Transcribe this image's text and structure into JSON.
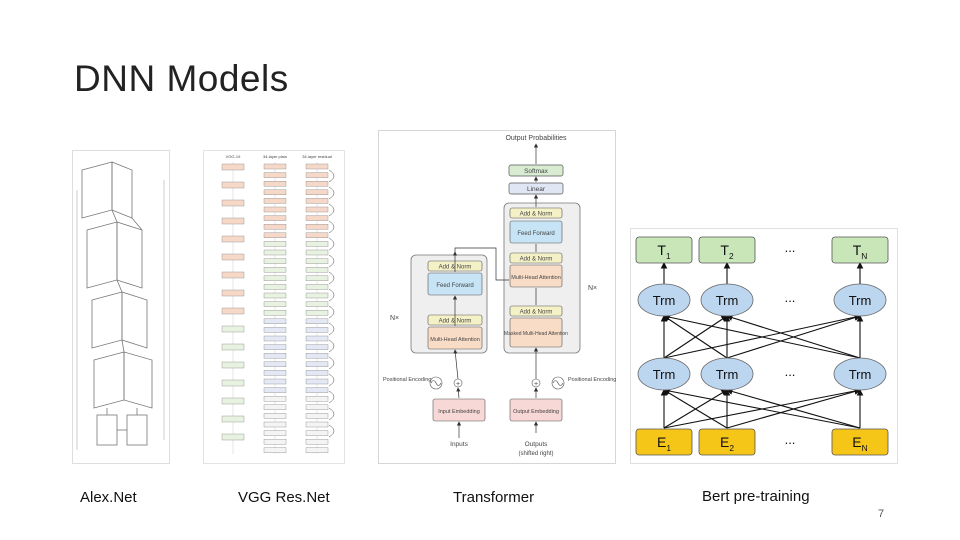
{
  "slide": {
    "title": "DNN Models",
    "page_number": "7"
  },
  "captions": {
    "alexnet": "Alex.Net",
    "vgg_resnet": "VGG Res.Net",
    "transformer": "Transformer",
    "bert": "Bert pre-training"
  },
  "vgg": {
    "col1": "VGG-19",
    "col2": "34-layer plain",
    "col3": "34-layer residual"
  },
  "transformer": {
    "output_probabilities": "Output Probabilities",
    "softmax": "Softmax",
    "linear": "Linear",
    "add_norm": "Add & Norm",
    "feed_forward": "Feed Forward",
    "multi_head_attention": "Multi-Head Attention",
    "masked_multi_head_attention": "Masked Multi-Head Attention",
    "input_embedding": "Input Embedding",
    "output_embedding": "Output Embedding",
    "positional_encoding": "Positional Encoding",
    "inputs": "Inputs",
    "outputs": "Outputs",
    "outputs_sub": "(shifted right)",
    "nx": "N×"
  },
  "bert": {
    "t_labels": [
      "T",
      "T",
      "T"
    ],
    "t_subs": [
      "1",
      "2",
      "N"
    ],
    "e_labels": [
      "E",
      "E",
      "E"
    ],
    "e_subs": [
      "1",
      "2",
      "N"
    ],
    "trm": "Trm",
    "dots": "..."
  }
}
